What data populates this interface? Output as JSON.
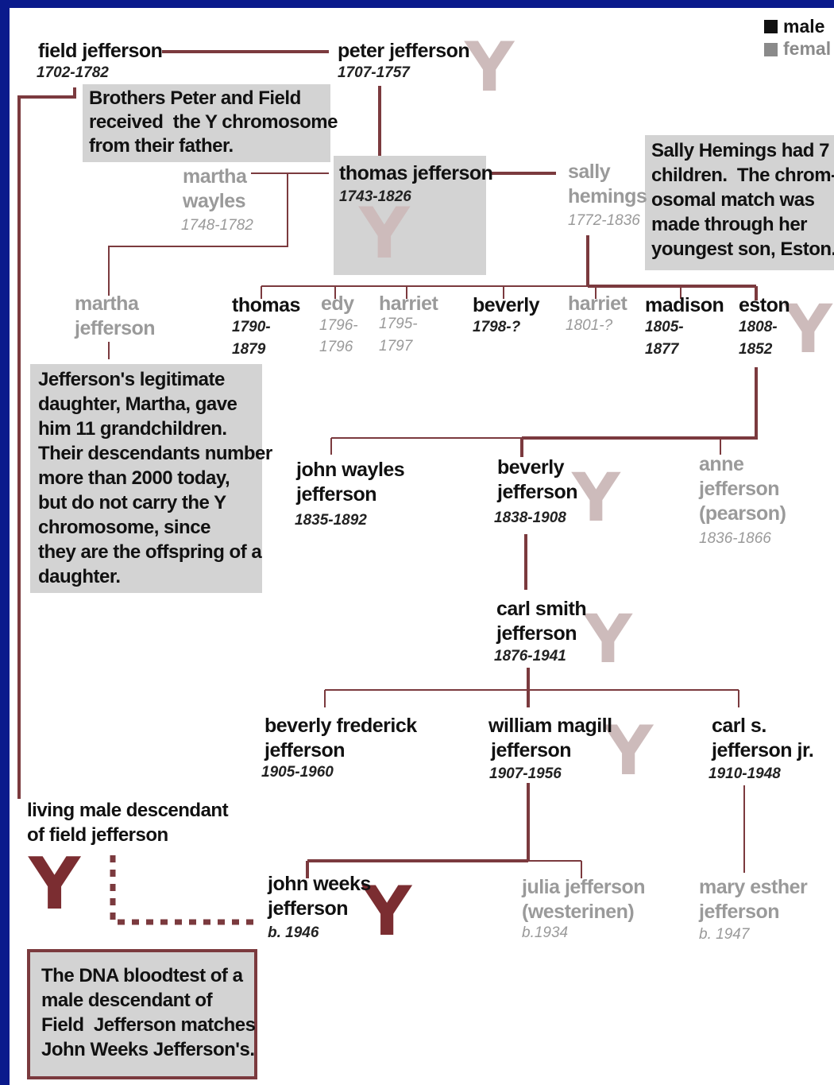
{
  "legend": {
    "male": "male",
    "female": "femal"
  },
  "people": {
    "field": {
      "name": "field jefferson",
      "years": "1702-1782"
    },
    "peter": {
      "name": "peter jefferson",
      "years": "1707-1757"
    },
    "thomas": {
      "name": "thomas jefferson",
      "years": "1743-1826"
    },
    "martha_wayles": {
      "line1": "martha",
      "line2": "wayles",
      "years": "1748-1782"
    },
    "sally": {
      "line1": "sally",
      "line2": "hemings",
      "years": "1772-1836"
    },
    "martha_jefferson": {
      "line1": "martha",
      "line2": "jefferson"
    },
    "thomas_child": {
      "name": "thomas",
      "y1": "1790-",
      "y2": "1879"
    },
    "edy": {
      "name": "edy",
      "y1": "1796-",
      "y2": "1796"
    },
    "harriet1": {
      "name": "harriet",
      "y1": "1795-",
      "y2": "1797"
    },
    "beverly": {
      "name": "beverly",
      "y1": "1798-?"
    },
    "harriet2": {
      "name": "harriet",
      "y1": "1801-?"
    },
    "madison": {
      "name": "madison",
      "y1": "1805-",
      "y2": "1877"
    },
    "eston": {
      "name": "eston",
      "y1": "1808-",
      "y2": "1852"
    },
    "john_wayles": {
      "line1": "john wayles",
      "line2": "jefferson",
      "years": "1835-1892"
    },
    "beverly_j": {
      "line1": "beverly",
      "line2": "jefferson",
      "years": "1838-1908"
    },
    "anne": {
      "line1": "anne",
      "line2": "jefferson",
      "line3": "(pearson)",
      "years": "1836-1866"
    },
    "carl_smith": {
      "line1": "carl smith",
      "line2": "jefferson",
      "years": "1876-1941"
    },
    "beverly_frederick": {
      "line1": "beverly frederick",
      "line2": "jefferson",
      "years": "1905-1960"
    },
    "william_magill": {
      "line1": "william magill",
      "line2": "jefferson",
      "years": "1907-1956"
    },
    "carl_jr": {
      "line1": "carl s.",
      "line2": "jefferson jr.",
      "years": "1910-1948"
    },
    "john_weeks": {
      "line1": "john weeks",
      "line2": "jefferson",
      "years": "b. 1946"
    },
    "julia": {
      "line1": "julia jefferson",
      "line2": "(westerinen)",
      "years": "b.1934"
    },
    "mary_esther": {
      "line1": "mary esther",
      "line2": "jefferson",
      "years": "b. 1947"
    },
    "living": {
      "line1": "living male descendant",
      "line2": "of field jefferson"
    }
  },
  "notes": {
    "brothers": [
      "Brothers Peter and Field",
      "received  the Y chromosome",
      "from their father."
    ],
    "sally": [
      "Sally Hemings had 7",
      "children.  The chrom-",
      "osomal match was",
      "made through her",
      "youngest son, Eston."
    ],
    "martha": [
      "Jefferson's legitimate",
      "daughter, Martha, gave",
      "him 11 grandchildren.",
      "Their descendants number",
      "more than 2000 today,",
      "but do not carry the Y",
      "chromosome, since",
      "they are the offspring of a",
      "daughter."
    ],
    "dna": [
      "The DNA bloodtest of a",
      "male descendant of",
      "Field  Jefferson matches",
      "John Weeks Jefferson's."
    ]
  },
  "y_symbol": "Y",
  "colors": {
    "background": "#0a1a8c",
    "line": "#7b3a3e",
    "y_pale": "#cdbbbb",
    "y_dark": "#7b2d31",
    "note": "#d3d3d3",
    "female_text": "#9a9a9a"
  }
}
